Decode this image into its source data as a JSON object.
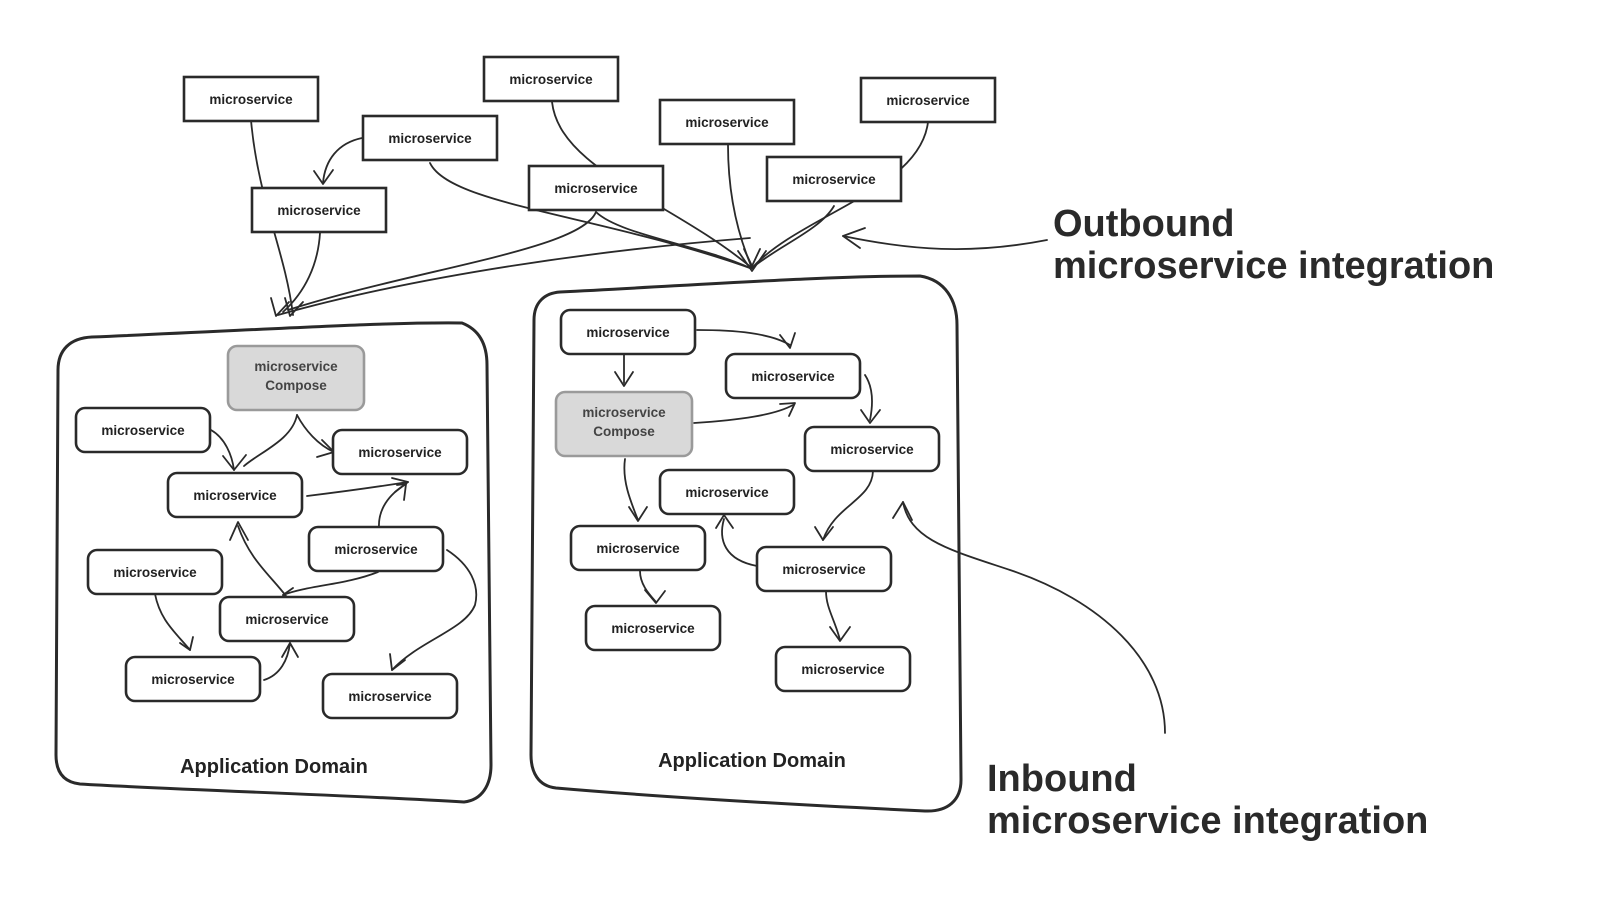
{
  "diagram": {
    "node_label": "microservice",
    "compose_line1": "microservice",
    "compose_line2": "Compose",
    "domains": [
      {
        "label": "Application Domain"
      },
      {
        "label": "Application Domain"
      }
    ],
    "callouts": {
      "outbound": {
        "line1": "Outbound",
        "line2": "microservice integration"
      },
      "inbound": {
        "line1": "Inbound",
        "line2": "microservice integration"
      }
    }
  },
  "colors": {
    "stroke": "#2a2a2a",
    "compose_fill": "#d9d9d9",
    "compose_border": "#9a9a9a",
    "background": "#ffffff"
  }
}
